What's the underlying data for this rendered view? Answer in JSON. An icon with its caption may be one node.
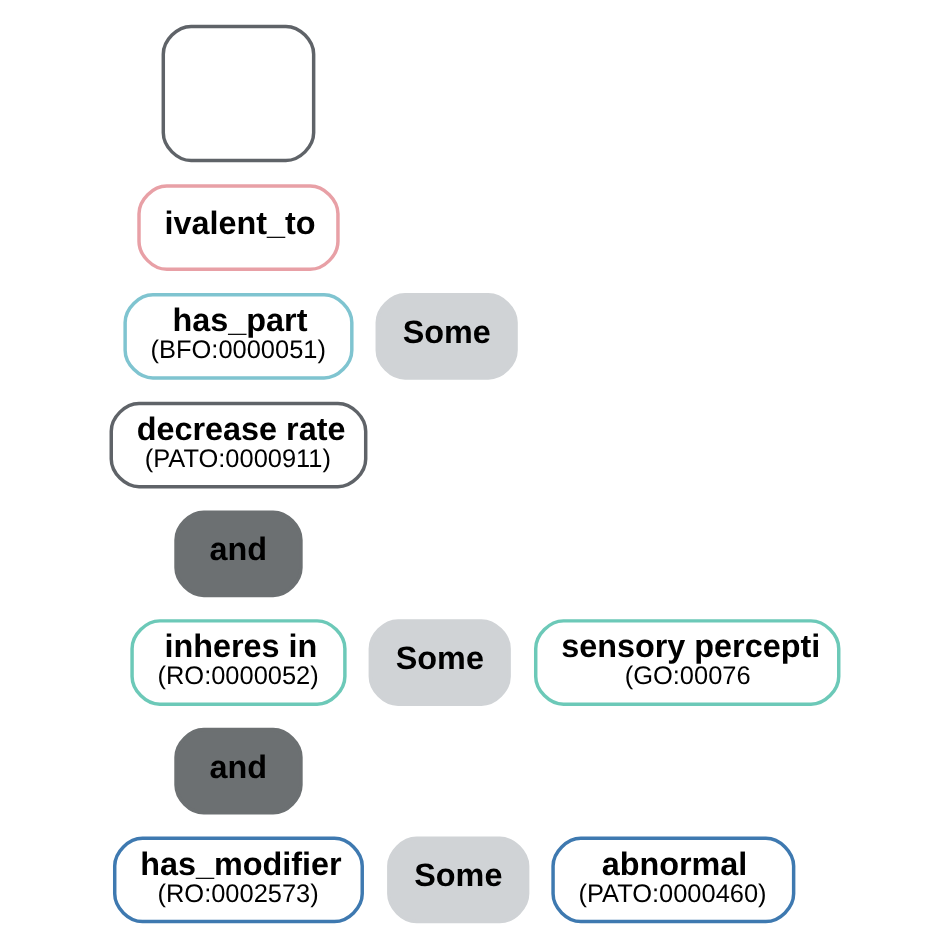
{
  "diagram": {
    "nodes": [
      {
        "text": [],
        "shape": "box"
      },
      {
        "text": [
          "ivalent_to"
        ]
      },
      {
        "text": [
          "has_part",
          "(BFO:0000051)"
        ]
      },
      {
        "text": [
          "Some"
        ]
      },
      {
        "text": [
          "decrease rate",
          "(PATO:0000911)"
        ]
      },
      {
        "text": [
          "and"
        ]
      },
      {
        "text": [
          "inheres in",
          "(RO:0000052)"
        ]
      },
      {
        "text": [
          "Some"
        ]
      },
      {
        "text": [
          "sensory percepti",
          "(GO:00076"
        ]
      },
      {
        "text": [
          "and"
        ]
      },
      {
        "text": [
          "has_modifier",
          "(RO:0002573)"
        ]
      },
      {
        "text": [
          "Some"
        ]
      },
      {
        "text": [
          "abnormal",
          "(PATO:0000460)"
        ]
      }
    ]
  }
}
